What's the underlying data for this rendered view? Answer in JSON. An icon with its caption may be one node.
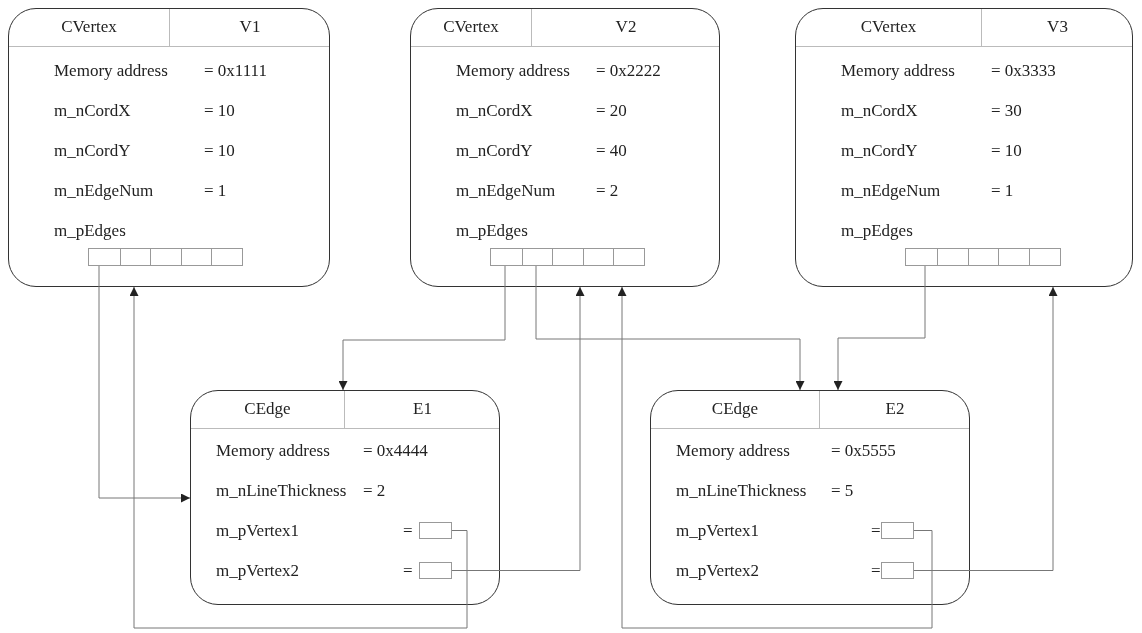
{
  "diagram": {
    "nodes": [
      {
        "text": [
          "CVertex",
          "V1",
          "Memory address",
          "= 0x1111",
          "m_nCordX",
          "= 10",
          "m_nCordY",
          "= 10",
          "m_nEdgeNum",
          "= 1",
          "m_pEdges"
        ]
      },
      {
        "text": [],
        "shape": "box",
        "in": 0
      },
      {
        "text": [
          "CVertex",
          "V2",
          "Memory address",
          "= 0x2222",
          "m_nCordX",
          "= 20",
          "m_nCordY",
          "= 40",
          "m_nEdgeNum",
          "= 2",
          "m_pEdges"
        ]
      },
      {
        "text": [],
        "shape": "box",
        "in": 2
      },
      {
        "text": [
          "CVertex",
          "V3",
          "Memory address",
          "= 0x3333",
          "m_nCordX",
          "= 30",
          "m_nCordY",
          "= 10",
          "m_nEdgeNum",
          "= 1",
          "m_pEdges"
        ]
      },
      {
        "text": [],
        "shape": "box",
        "in": 4
      },
      {
        "text": [
          "CEdge",
          "E1",
          "Memory address",
          "= 0x4444",
          "m_nLineThickness",
          "= 2",
          "m_pVertex1",
          "=",
          "m_pVertex2",
          "="
        ]
      },
      {
        "text": [],
        "shape": "box",
        "in": 6
      },
      {
        "text": [],
        "shape": "box",
        "in": 6
      },
      {
        "text": [
          "CEdge",
          "E2",
          "Memory address",
          "= 0x5555",
          "m_nLineThickness",
          "= 5",
          "m_pVertex1",
          "=",
          "m_pVertex2",
          "="
        ]
      },
      {
        "text": [],
        "shape": "box",
        "in": 9
      },
      {
        "text": [],
        "shape": "box",
        "in": 9
      }
    ],
    "edges": [
      {
        "from": 1,
        "to": 6,
        "arrow": "to"
      },
      {
        "from": 7,
        "to": 0,
        "arrow": "to"
      },
      {
        "from": 3,
        "to": 6,
        "arrow": "to"
      },
      {
        "from": 3,
        "to": 9,
        "arrow": "to"
      },
      {
        "from": 8,
        "to": 2,
        "arrow": "to"
      },
      {
        "from": 10,
        "to": 2,
        "arrow": "to"
      },
      {
        "from": 5,
        "to": 9,
        "arrow": "to"
      },
      {
        "from": 11,
        "to": 4,
        "arrow": "to"
      }
    ]
  }
}
